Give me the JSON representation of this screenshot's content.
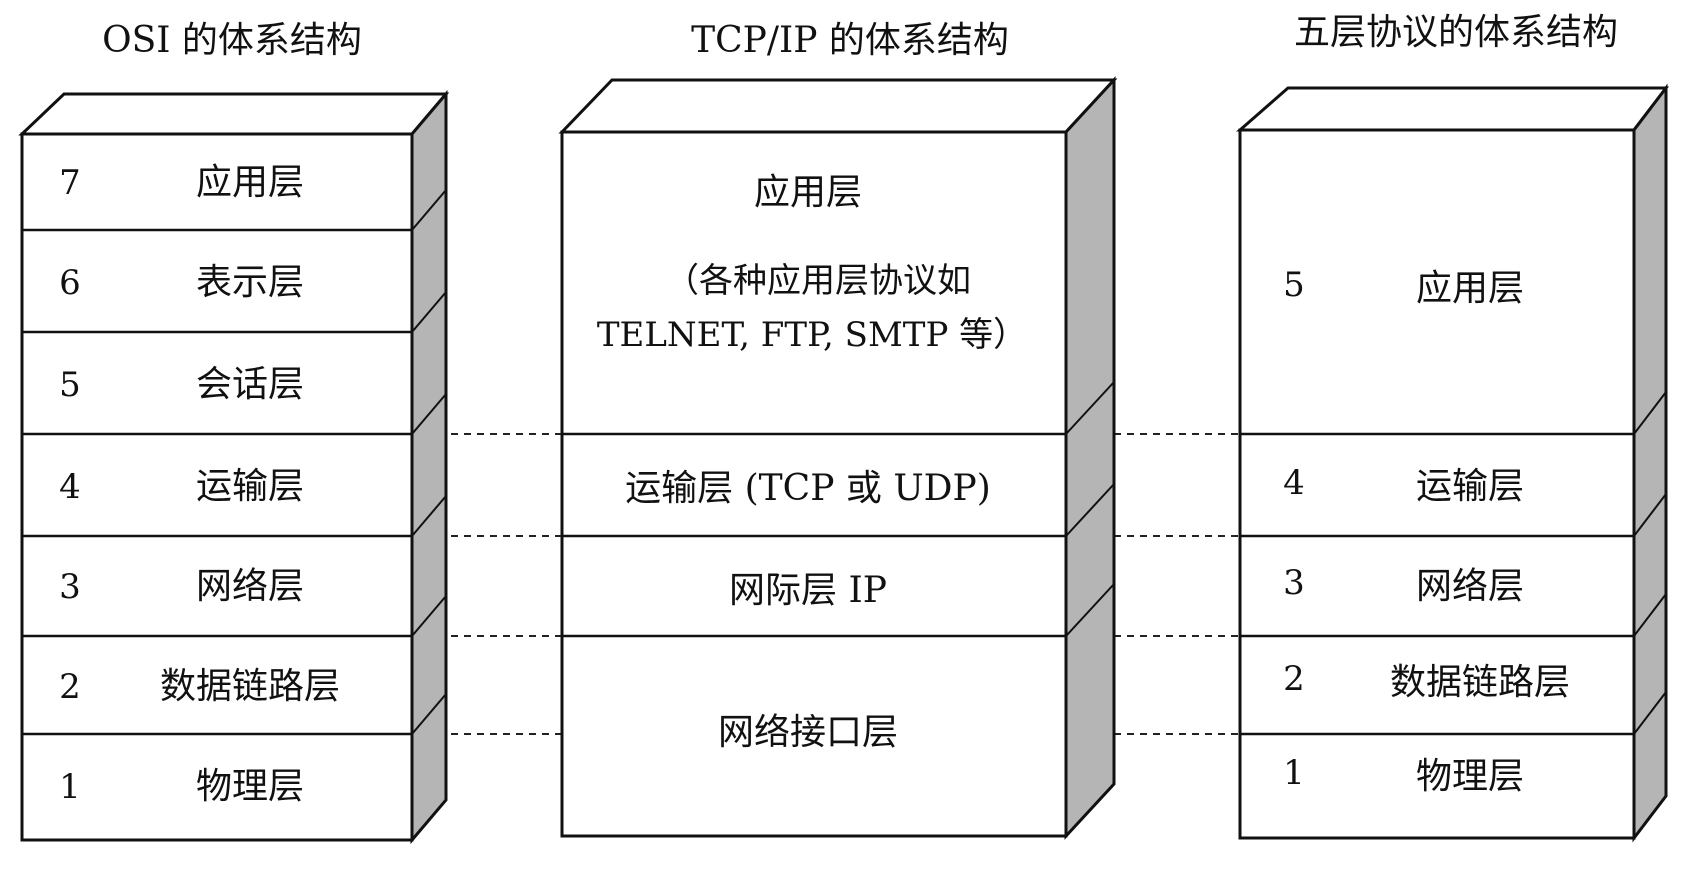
{
  "diagram": {
    "colors": {
      "ink": "#111111",
      "face": "#ffffff",
      "side_shade": "#b5b5b5",
      "dash": "#222222"
    },
    "stacks": [
      {
        "title": "OSI 的体系结构",
        "layers": [
          {
            "num": "7",
            "label": "应用层"
          },
          {
            "num": "6",
            "label": "表示层"
          },
          {
            "num": "5",
            "label": "会话层"
          },
          {
            "num": "4",
            "label": "运输层"
          },
          {
            "num": "3",
            "label": "网络层"
          },
          {
            "num": "2",
            "label": "数据链路层"
          },
          {
            "num": "1",
            "label": "物理层"
          }
        ]
      },
      {
        "title": "TCP/IP 的体系结构",
        "layers": [
          {
            "num": "",
            "label": "应用层",
            "sub1": "（各种应用层协议如",
            "sub2": "TELNET, FTP, SMTP 等）"
          },
          {
            "num": "",
            "label": "运输层 (TCP 或 UDP)"
          },
          {
            "num": "",
            "label": "网际层 IP"
          },
          {
            "num": "",
            "label": "网络接口层"
          }
        ]
      },
      {
        "title": "五层协议的体系结构",
        "layers": [
          {
            "num": "5",
            "label": "应用层"
          },
          {
            "num": "4",
            "label": "运输层"
          },
          {
            "num": "3",
            "label": "网络层"
          },
          {
            "num": "2",
            "label": "数据链路层"
          },
          {
            "num": "1",
            "label": "物理层"
          }
        ]
      }
    ]
  }
}
